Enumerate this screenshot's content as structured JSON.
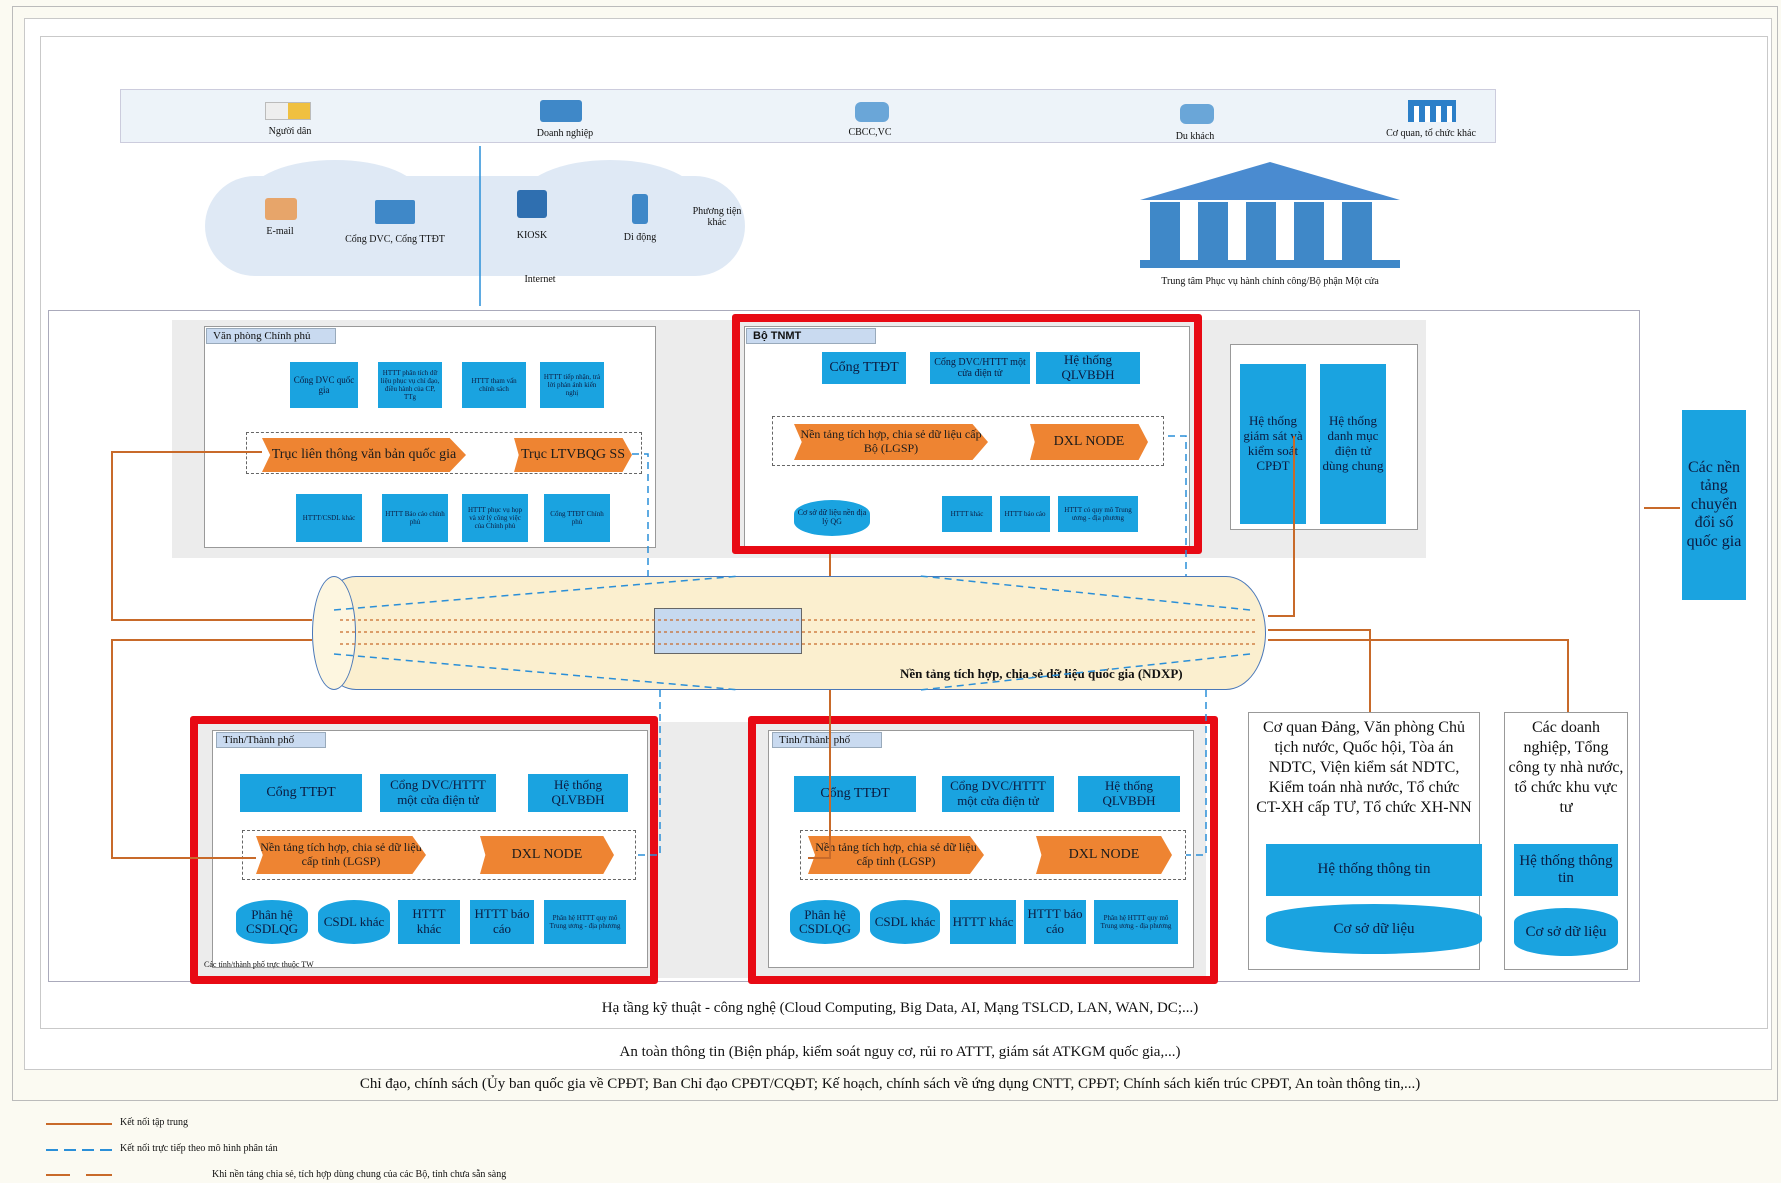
{
  "users": [
    "Người dân",
    "Doanh nghiệp",
    "CBCC,VC",
    "Du khách",
    "Cơ quan, tổ chức khác"
  ],
  "channels": {
    "email": "E-mail",
    "portal": "Cổng DVC, Cổng TTĐT",
    "kiosk": "KIOSK",
    "mobile": "Di động",
    "other": "Phương tiện khác",
    "internet": "Internet"
  },
  "one_stop": "Trung tâm Phục vụ hành chính công/Bộ phận Một cửa",
  "vpcp": {
    "tab": "Văn phòng Chính phủ",
    "top": [
      "Cổng DVC quốc gia",
      "HTTT phân tích dữ liệu phục vụ chỉ đạo, điều hành của CP, TTg",
      "HTTT tham vấn chính sách",
      "HTTT tiếp nhận, trả lời phản ánh kiến nghị"
    ],
    "axis1": "Trục liên thông văn bản quốc gia",
    "axis2": "Trục LTVBQG SS",
    "bottom": [
      "HTTT/CSDL khác",
      "HTTT Báo cáo chính phủ",
      "HTTT phục vụ họp và xử lý công việc của Chính phủ",
      "Cổng TTĐT Chính phủ"
    ]
  },
  "bo": {
    "tab": "Bộ TNMT",
    "top": [
      "Cổng TTĐT",
      "Cổng DVC/HTTT một cửa điện tử",
      "Hệ thống QLVBĐH"
    ],
    "lgsp": "Nền tảng tích hợp, chia sẻ dữ liệu cấp Bộ (LGSP)",
    "dxl": "DXL NODE",
    "bottom": [
      "Cơ sở dữ liệu nền địa lý QG",
      "HTTT khác",
      "HTTT báo cáo",
      "HTTT có quy mô Trung ương - địa phương"
    ]
  },
  "monitor": [
    "Hệ thống giám sát và kiểm soát CPĐT",
    "Hệ thống danh mục điện tử dùng chung"
  ],
  "national_platforms": "Các nền tảng chuyển đổi số quốc gia",
  "ndxp": "Nền tảng tích hợp, chia sẻ dữ liệu quốc gia (NDXP)",
  "province": {
    "tab": "Tỉnh/Thành phố",
    "top": [
      "Cổng TTĐT",
      "Cổng DVC/HTTT một cửa điện tử",
      "Hệ thống QLVBĐH"
    ],
    "lgsp": "Nền tảng tích hợp, chia sẻ dữ liệu cấp tỉnh (LGSP)",
    "dxl": "DXL NODE",
    "bottom": [
      "Phân hệ CSDLQG",
      "CSDL khác",
      "HTTT khác",
      "HTTT báo cáo",
      "Phân hệ HTTT quy mô Trung ương - địa phương"
    ],
    "footer": "Các tỉnh/thành phố trực thuộc TW"
  },
  "party": {
    "title": "Cơ quan Đảng, Văn phòng Chủ tịch nước, Quốc hội, Tòa án NDTC, Viện kiểm sát NDTC, Kiểm toán nhà nước, Tổ chức CT-XH cấp TƯ, Tổ chức XH-NN",
    "sys": "Hệ thống thông tin",
    "db": "Cơ sở dữ liệu"
  },
  "biz": {
    "title": "Các doanh nghiệp, Tổng công ty nhà nước, tổ chức khu vực tư",
    "sys": "Hệ thống thông tin",
    "db": "Cơ sở dữ liệu"
  },
  "layers": [
    "Hạ tầng kỹ thuật - công nghệ (Cloud Computing, Big Data, AI, Mạng TSLCD, LAN, WAN, DC;...)",
    "An toàn thông tin (Biện pháp, kiểm soát nguy cơ, rủi ro ATTT, giám sát ATKGM quốc gia,...)",
    "Chỉ đạo, chính sách (Ủy ban quốc gia về CPĐT; Ban Chỉ đạo CPĐT/CQĐT; Kế hoạch, chính sách về ứng dụng CNTT, CPĐT; Chính sách kiến trúc CPĐT, An toàn thông tin,...)"
  ],
  "legend": [
    "Kết nối tập trung",
    "Kết nối trực tiếp theo mô hình phân tán",
    "Khi nền tảng chia sẻ, tích hợp dùng chung của các Bộ, tỉnh chưa sẵn sàng"
  ],
  "colors": {
    "orange": "#ee8432",
    "blue": "#1aa3e0",
    "red": "#e80a14",
    "dash": "#2a8fd8",
    "tube": "#fbefcf"
  }
}
